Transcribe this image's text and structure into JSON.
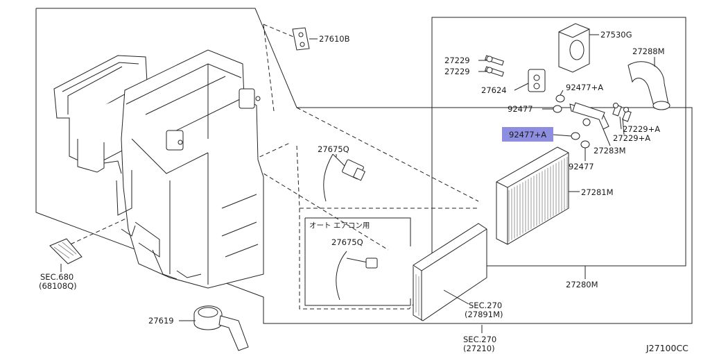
{
  "diagram_code": "J27100CC",
  "highlight_color": "#8d8ee0",
  "inset_title": "オート エアコン用",
  "labels": {
    "p27610B": "27610B",
    "p27530G": "27530G",
    "p27288M": "27288M",
    "p27229_a": "27229",
    "p27229_b": "27229",
    "p27624": "27624",
    "p92477A_top": "92477+A",
    "p92477_top": "92477",
    "p92477A_hl": "92477+A",
    "p92477_bottom": "92477",
    "p27229A_a": "27229+A",
    "p27229A_b": "27229+A",
    "p27283M": "27283M",
    "p27281M": "27281M",
    "p27280M": "27280M",
    "p27675Q_top": "27675Q",
    "p27675Q_inset": "27675Q",
    "p27619": "27619",
    "sec680": "SEC.680",
    "sec680_ref": "(68108Q)",
    "sec270_filter": "SEC.270",
    "sec270_filter_ref": "(27891M)",
    "sec270_unit": "SEC.270",
    "sec270_unit_ref": "(27210)"
  }
}
